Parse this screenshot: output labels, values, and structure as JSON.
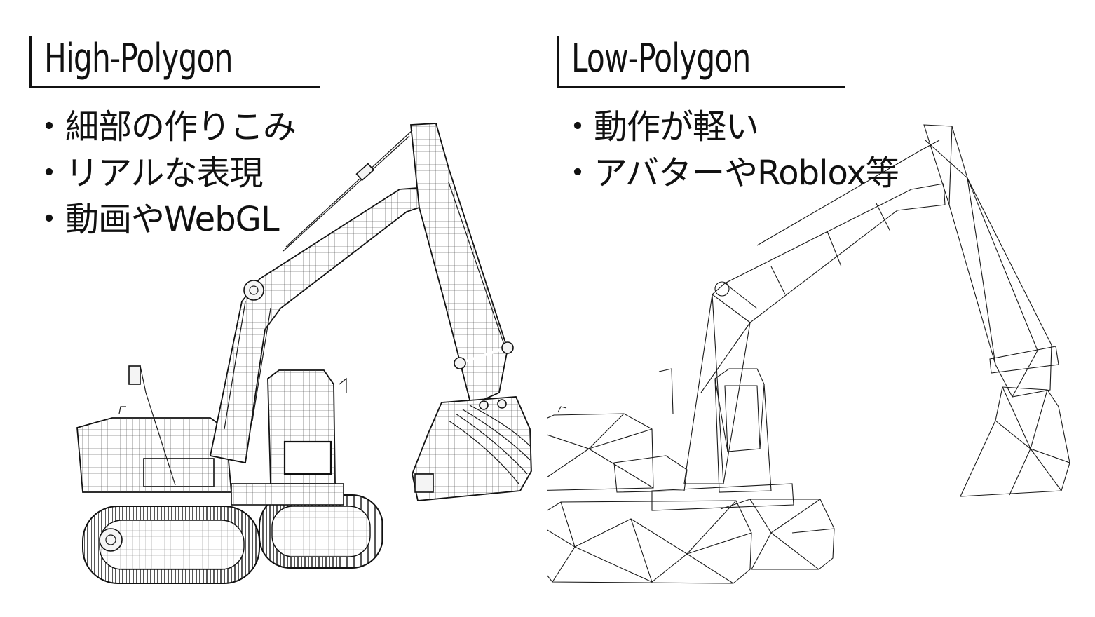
{
  "high_polygon": {
    "title": "High-Polygon",
    "bullets": [
      "細部の作りこみ",
      "リアルな表現",
      "動画やWebGL"
    ]
  },
  "low_polygon": {
    "title": "Low-Polygon",
    "bullets": [
      "動作が軽い",
      "アバターやRoblox等"
    ]
  }
}
